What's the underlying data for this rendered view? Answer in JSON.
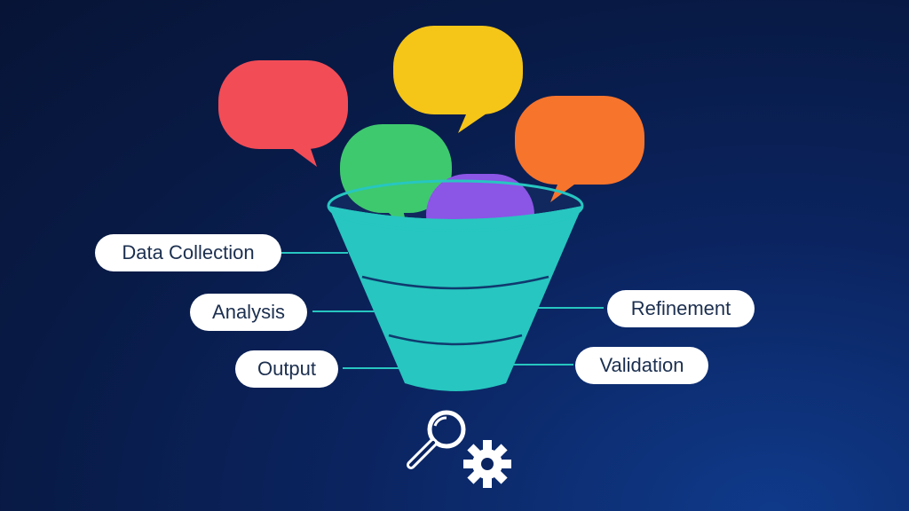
{
  "labels": {
    "data_collection": "Data Collection",
    "analysis": "Analysis",
    "output": "Output",
    "refinement": "Refinement",
    "validation": "Validation"
  },
  "colors": {
    "background": "#0b2460",
    "funnel": "#27c6c0",
    "funnel_dark": "#1a9e9a",
    "bubble_red": "#f24c57",
    "bubble_yellow": "#f5c518",
    "bubble_green": "#3ec96f",
    "bubble_orange": "#f7742c",
    "bubble_purple": "#8b55e6",
    "connector": "#27c6c0",
    "icon": "#ffffff"
  },
  "icons": {
    "magnifier": "magnifier-icon",
    "gear": "gear-icon"
  }
}
